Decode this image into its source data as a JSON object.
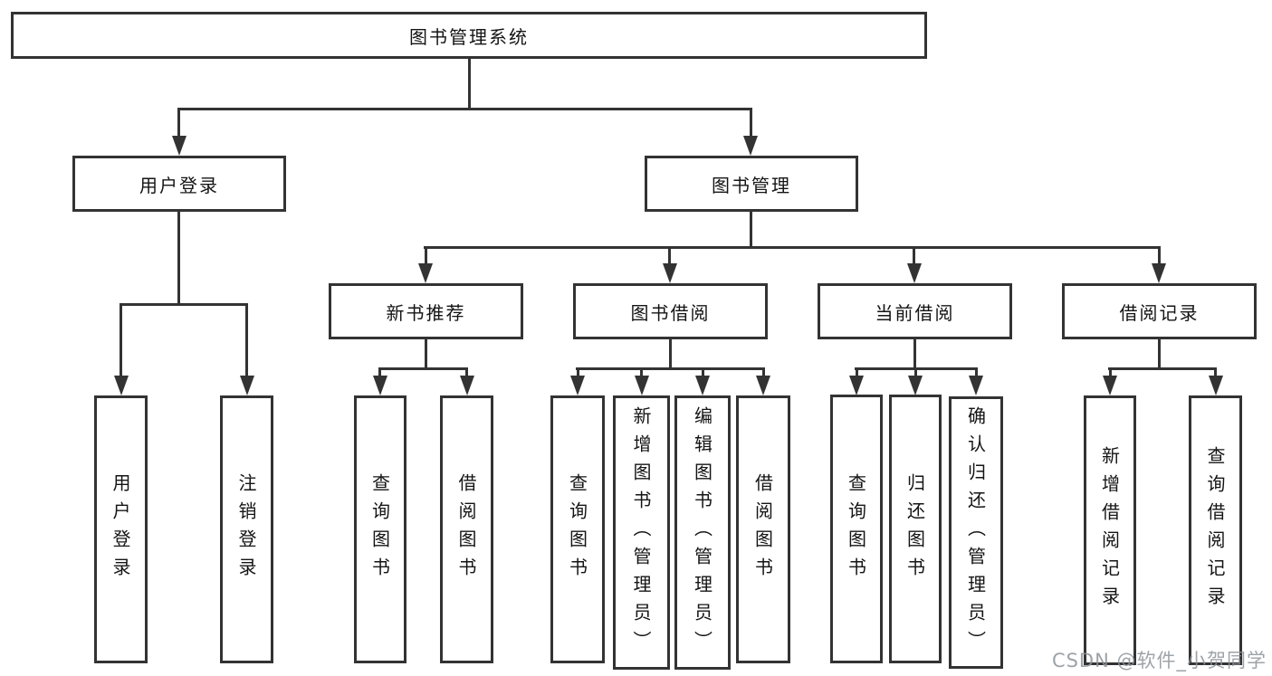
{
  "diagram": {
    "root": "图书管理系统",
    "login": "用户登录",
    "manage": "图书管理",
    "login_children": [
      "用户登录",
      "注销登录"
    ],
    "groups": [
      {
        "label": "新书推荐",
        "children": [
          "查询图书",
          "借阅图书"
        ]
      },
      {
        "label": "图书借阅",
        "children": [
          "查询图书",
          "新增图书（管理员）",
          "编辑图书（管理员）",
          "借阅图书"
        ]
      },
      {
        "label": "当前借阅",
        "children": [
          "查询图书",
          "归还图书",
          "确认归还（管理员）"
        ]
      },
      {
        "label": "借阅记录",
        "children": [
          "新增借阅记录",
          "查询借阅记录"
        ]
      }
    ],
    "colors": {
      "line": "#333333",
      "text": "#141414",
      "background": "#ffffff",
      "watermark": "#8c9399"
    }
  },
  "watermark": {
    "text": "CSDN @软件_小贺同学"
  }
}
